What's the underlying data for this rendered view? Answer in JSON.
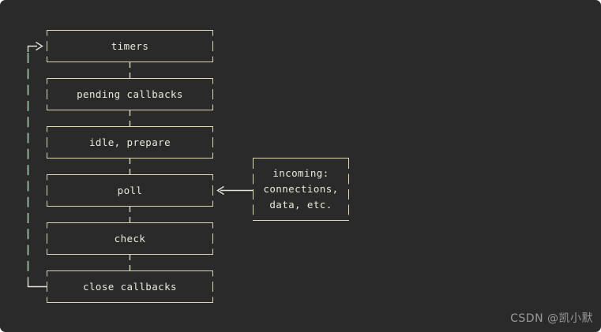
{
  "diagram": {
    "name": "node-event-loop-phases",
    "phases": [
      "timers",
      "pending callbacks",
      "idle, prepare",
      "poll",
      "check",
      "close callbacks"
    ],
    "side_box": {
      "lines": [
        "incoming:",
        "connections,",
        "data, etc."
      ]
    },
    "colors": {
      "background": "#2a2a2a",
      "box_border": "#dbd7b8",
      "box_text": "#eae8db",
      "loop_line": "#a7d2b0",
      "arrow_line": "#e5e3d6",
      "watermark_text": "#9a9a9e"
    }
  },
  "watermark": {
    "text": "CSDN @凯小默"
  }
}
